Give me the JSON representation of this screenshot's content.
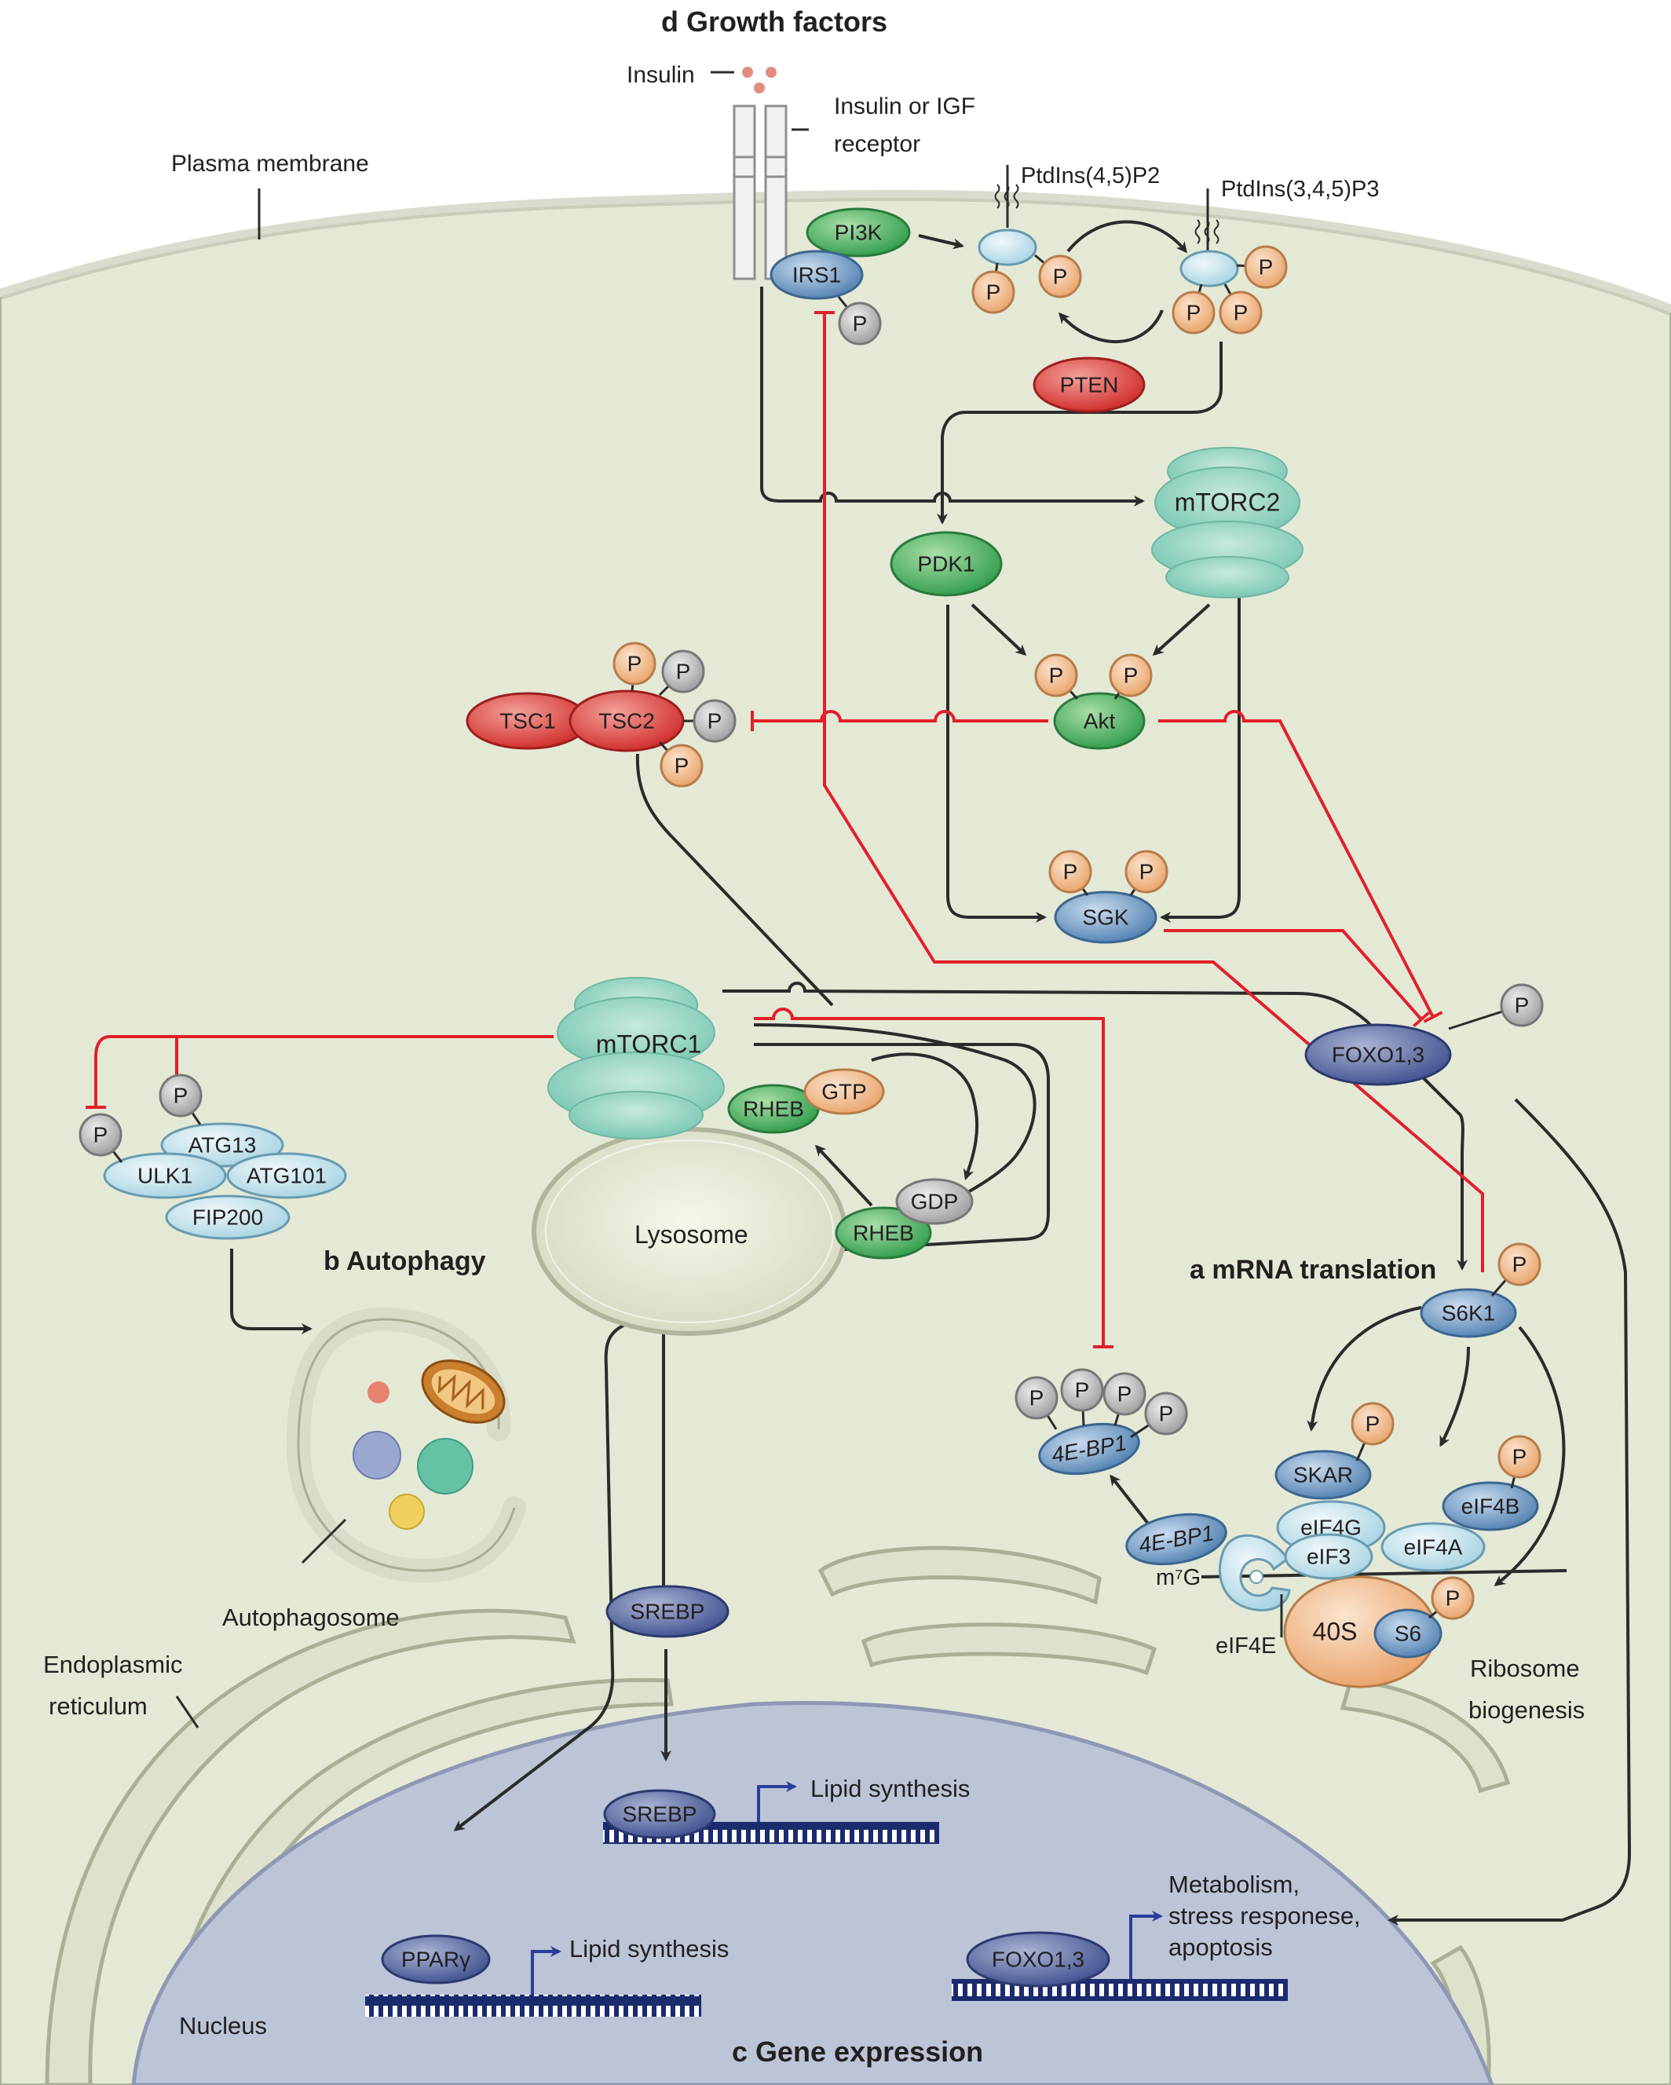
{
  "headings": {
    "d": "d  Growth factors",
    "a": "a  mRNA translation",
    "b": "b  Autophagy",
    "c": "c  Gene expression"
  },
  "labels": {
    "insulin": "Insulin",
    "receptor_1": "Insulin or IGF",
    "receptor_2": "receptor",
    "plasma_membrane": "Plasma membrane",
    "ptdins2": "PtdIns(4,5)P2",
    "ptdins3": "PtdIns(3,4,5)P3",
    "lysosome": "Lysosome",
    "autophagosome": "Autophagosome",
    "er_1": "Endoplasmic",
    "er_2": "reticulum",
    "nucleus": "Nucleus",
    "ribosome_1": "Ribosome",
    "ribosome_2": "biogenesis",
    "m7g": "m⁷G",
    "eif4e": "eIF4E",
    "lipid_1": "Lipid synthesis",
    "lipid_2": "Lipid synthesis",
    "metab_1": "Metabolism,",
    "metab_2": "stress responese,",
    "metab_3": "apoptosis"
  },
  "nodes": {
    "pi3k": "PI3K",
    "irs1": "IRS1",
    "pten": "PTEN",
    "mtorc2": "mTORC2",
    "pdk1": "PDK1",
    "akt": "Akt",
    "tsc1": "TSC1",
    "tsc2": "TSC2",
    "sgk": "SGK",
    "foxo_cyto": "FOXO1,3",
    "mtorc1": "mTORC1",
    "rheb_gtp": "RHEB",
    "gtp": "GTP",
    "rheb_gdp": "RHEB",
    "gdp": "GDP",
    "atg13": "ATG13",
    "ulk1": "ULK1",
    "atg101": "ATG101",
    "fip200": "FIP200",
    "s6k1": "S6K1",
    "fourebp1_p": "4E-BP1",
    "fourebp1": "4E-BP1",
    "skar": "SKAR",
    "eif4b": "eIF4B",
    "eif4g": "eIF4G",
    "eif3": "eIF3",
    "eif4a": "eIF4A",
    "ribo40s": "40S",
    "s6": "S6",
    "srebp_cyto": "SREBP",
    "srebp_nuc": "SREBP",
    "ppar": "PPARγ",
    "foxo_nuc": "FOXO1,3",
    "phospho": "P"
  },
  "colors": {
    "cell": "#e4e9d6",
    "nucleus": "#bcc4d8",
    "activation": "#2b2b2b",
    "inhibition": "#e1202a",
    "green_protein": "#3aa757",
    "red_protein": "#d9312f",
    "blue_protein": "#5b88b5",
    "teal_complex": "#8fd0c0",
    "phospho_orange": "#f0b988",
    "phospho_grey": "#b3b3b3",
    "dna": "#1a2b6e"
  }
}
